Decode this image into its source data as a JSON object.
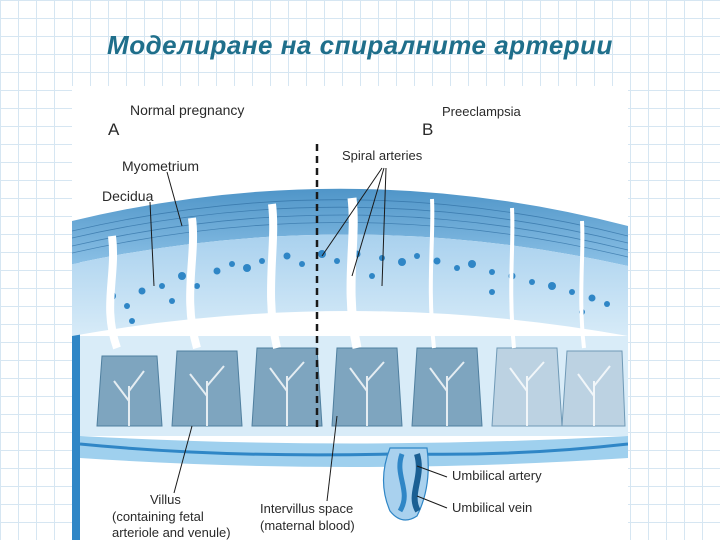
{
  "slide": {
    "title": "Моделиране на спиралните артерии"
  },
  "figure": {
    "normal_label": "Normal pregnancy",
    "panel_a": "A",
    "preeclampsia_label": "Preeclampsia",
    "panel_b": "B",
    "spiral_arteries": "Spiral arteries",
    "myometrium": "Myometrium",
    "decidua": "Decidua",
    "umbilical_artery": "Umbilical artery",
    "umbilical_vein": "Umbilical vein",
    "villus_line1": "Villus",
    "villus_line2": "(containing fetal",
    "villus_line3": "arteriole and venule)",
    "intervillus_line1": "Intervillus space",
    "intervillus_line2": "(maternal blood)"
  },
  "colors": {
    "title": "#1f6f8b",
    "myometrium": "#5a9fd0",
    "decidua": "#bcdcf2",
    "artery": "#ffffff",
    "vessel": "#2f86c6",
    "villus": "#7ea5bf"
  }
}
